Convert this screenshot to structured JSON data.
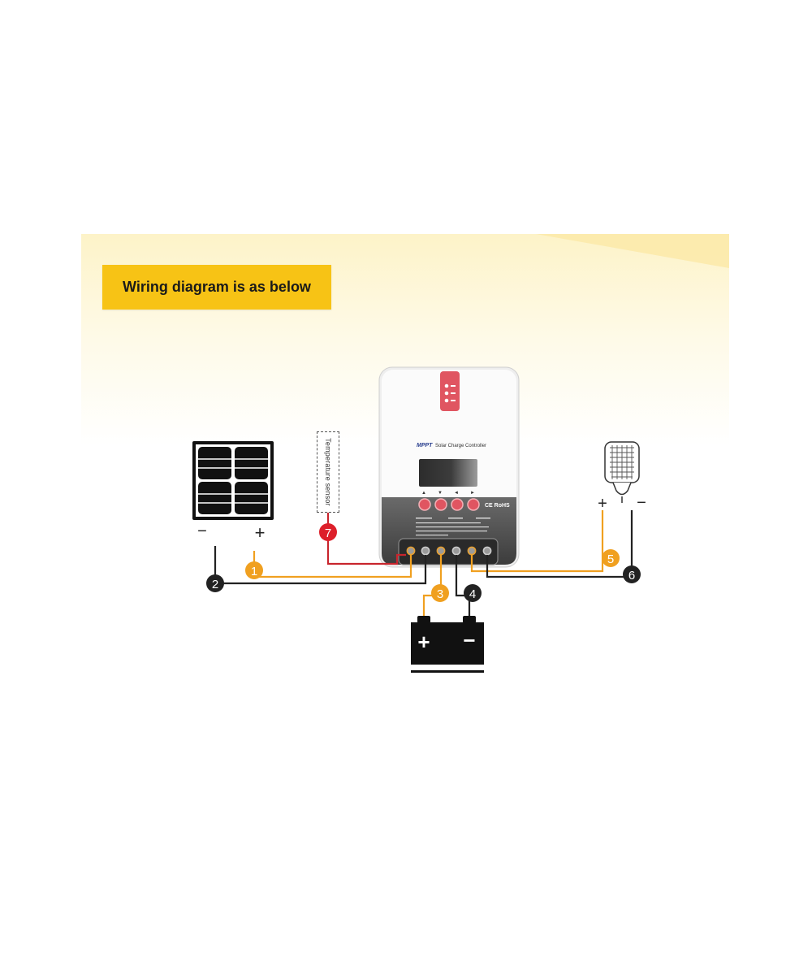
{
  "banner": {
    "text": "Wiring diagram is as below"
  },
  "controller": {
    "brand": "MPPT",
    "name": "Solar Charge Controller",
    "cert": "CE RoHS",
    "buttons": [
      "▲",
      "▼",
      "◄",
      "►"
    ]
  },
  "solar_panel": {
    "minus": "−",
    "plus": "+"
  },
  "temperature_sensor": {
    "label": "Temperature sensor"
  },
  "battery": {
    "plus": "+",
    "minus": "−"
  },
  "load": {
    "plus": "+",
    "minus": "−"
  },
  "connections": [
    {
      "label": "1",
      "color": "#f0a020"
    },
    {
      "label": "2",
      "color": "#222222"
    },
    {
      "label": "3",
      "color": "#f0a020"
    },
    {
      "label": "4",
      "color": "#222222"
    },
    {
      "label": "5",
      "color": "#f0a020"
    },
    {
      "label": "6",
      "color": "#222222"
    },
    {
      "label": "7",
      "color": "#dd1f2a"
    }
  ],
  "colors": {
    "banner": "#f7c315",
    "wire_positive": "#f0a020",
    "wire_negative": "#222222",
    "sensor_wire": "#c8252d",
    "accent": "#e05561"
  }
}
